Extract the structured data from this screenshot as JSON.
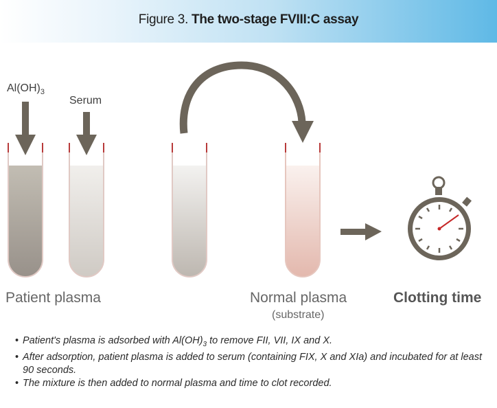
{
  "header": {
    "figure_label": "Figure 3.",
    "figure_title": "The two-stage FVIII:C assay"
  },
  "reagents": {
    "aloh_main": "Al(OH)",
    "aloh_sub": "3",
    "serum": "Serum"
  },
  "labels": {
    "patient_plasma": "Patient plasma",
    "normal_plasma": "Normal plasma",
    "substrate": "(substrate)",
    "clotting_time": "Clotting time"
  },
  "notes": {
    "n1_pre": "Patient's plasma is adsorbed with Al(OH)",
    "n1_sub": "3",
    "n1_post": " to remove FII, VII, IX and X.",
    "n2": "After adsorption, patient plasma is added to serum (containing FIX, X and XIa) and incubated for at least 90 seconds.",
    "n3": "The mixture is then added to normal plasma and time to clot recorded."
  },
  "colors": {
    "arrow": "#6c655a",
    "tube_rim": "#b83a3a",
    "stopwatch_hand": "#c62828",
    "banner_accent": "#5fb9e6"
  },
  "icons": [
    "down-arrow-icon",
    "curved-arrow-icon",
    "right-arrow-icon",
    "stopwatch-icon"
  ]
}
